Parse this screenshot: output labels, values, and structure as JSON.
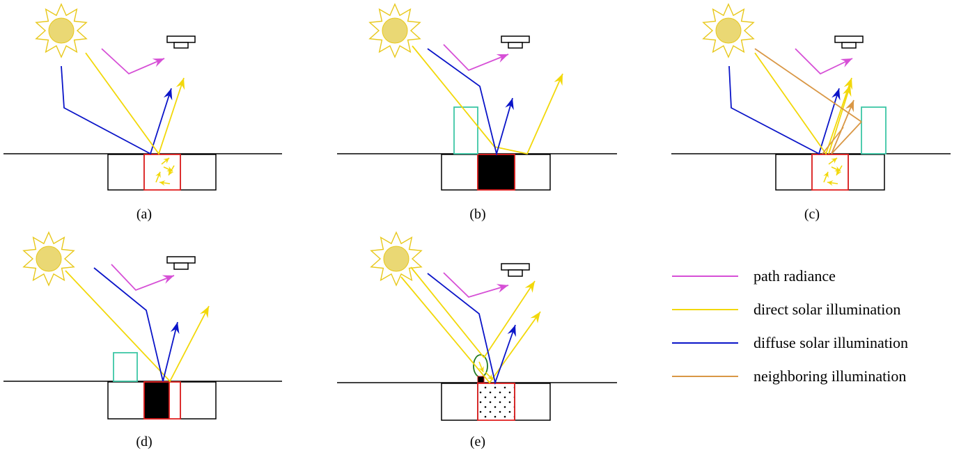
{
  "panels": [
    {
      "label": "(a)"
    },
    {
      "label": "(b)"
    },
    {
      "label": "(c)"
    },
    {
      "label": "(d)"
    },
    {
      "label": "(e)"
    }
  ],
  "legend": [
    {
      "text": "path radiance",
      "color": "#d64fd6"
    },
    {
      "text": "direct solar illumination",
      "color": "#f2d80a"
    },
    {
      "text": "diffuse solar illumination",
      "color": "#0a14c8"
    },
    {
      "text": "neighboring illumination",
      "color": "#d99745"
    }
  ],
  "colors": {
    "path": "#d64fd6",
    "direct": "#f2d80a",
    "diffuse": "#0a14c8",
    "neighbor": "#d99745",
    "pixel_outline": "#e02020",
    "obstacle": "#3cc6a6",
    "tree": "#1f7a1f",
    "sun_fill": "#ead874",
    "sun_ray": "#e8c81a"
  }
}
